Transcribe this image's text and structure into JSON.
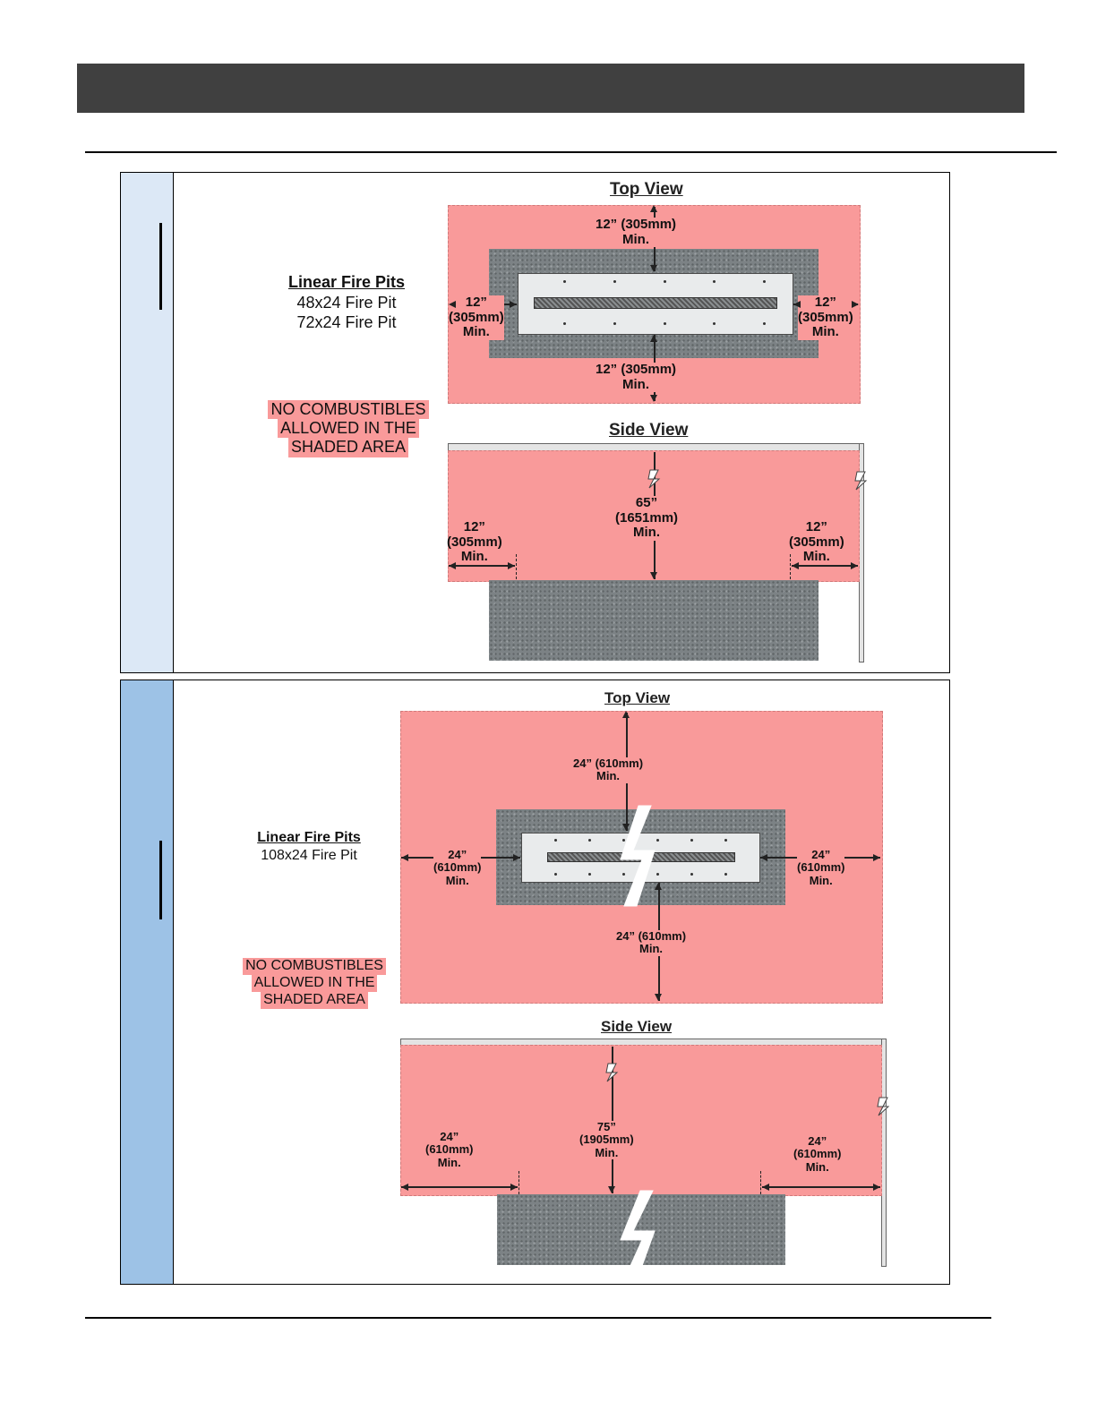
{
  "panel1": {
    "pits_title": "Linear Fire Pits",
    "models": [
      "48x24 Fire Pit",
      "72x24 Fire Pit"
    ],
    "warning": [
      "NO COMBUSTIBLES",
      "ALLOWED IN THE",
      "SHADED AREA"
    ],
    "top_view": {
      "title": "Top View",
      "top": [
        "12” (305mm)",
        "Min."
      ],
      "bottom": [
        "12” (305mm)",
        "Min."
      ],
      "left": [
        "12”",
        "(305mm)",
        "Min."
      ],
      "right": [
        "12”",
        "(305mm)",
        "Min."
      ]
    },
    "side_view": {
      "title": "Side View",
      "vertical": [
        "65”",
        "(1651mm)",
        "Min."
      ],
      "left": [
        "12”",
        "(305mm)",
        "Min."
      ],
      "right": [
        "12”",
        "(305mm)",
        "Min."
      ]
    }
  },
  "panel2": {
    "pits_title": "Linear Fire Pits",
    "models": [
      "108x24 Fire Pit"
    ],
    "warning": [
      "NO COMBUSTIBLES",
      "ALLOWED IN THE",
      "SHADED AREA"
    ],
    "top_view": {
      "title": "Top View",
      "top": [
        "24” (610mm)",
        "Min."
      ],
      "bottom": [
        "24” (610mm)",
        "Min."
      ],
      "left": [
        "24”",
        "(610mm)",
        "Min."
      ],
      "right": [
        "24”",
        "(610mm)",
        "Min."
      ]
    },
    "side_view": {
      "title": "Side View",
      "vertical": [
        "75”",
        "(1905mm)",
        "Min."
      ],
      "left": [
        "24”",
        "(610mm)",
        "Min."
      ],
      "right": [
        "24”",
        "(610mm)",
        "Min."
      ]
    }
  },
  "colors": {
    "header_bar": "#404040",
    "shaded_area": "#f99a9a",
    "tab_light": "#dce8f6",
    "tab_dark": "#9dc2e6",
    "granite": "#7c8285"
  }
}
